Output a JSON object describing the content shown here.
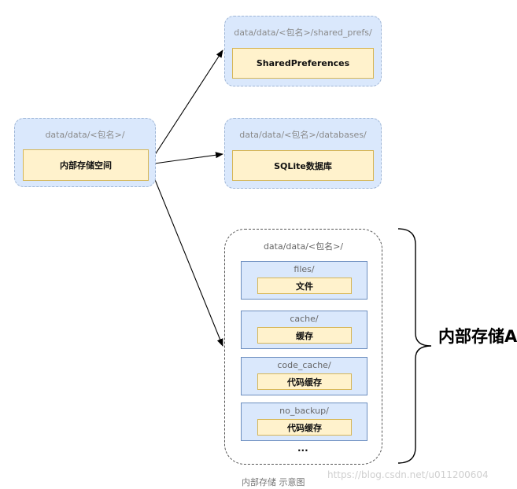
{
  "root": {
    "title": "data/data/<包名>/",
    "label": "内部存储空间"
  },
  "shared_prefs": {
    "title": "data/data/<包名>/shared_prefs/",
    "label": "SharedPreferences"
  },
  "databases": {
    "title": "data/data/<包名>/databases/",
    "label": "SQLite数据库"
  },
  "internal": {
    "title": "data/data/<包名>/",
    "items": [
      {
        "folder": "files/",
        "label": "文件"
      },
      {
        "folder": "cache/",
        "label": "缓存"
      },
      {
        "folder": "code_cache/",
        "label": "代码缓存"
      },
      {
        "folder": "no_backup/",
        "label": "代码缓存"
      }
    ],
    "ellipsis": "...",
    "brace_label": "内部存储A"
  },
  "caption": "内部存储 示意图",
  "watermark": "https://blog.csdn.net/u011200604",
  "colors": {
    "group_fill": "#dae8fc",
    "group_border": "#9fb6d6",
    "node_fill": "#fff2cc",
    "node_border": "#d6b656",
    "arrow": "#000000"
  }
}
